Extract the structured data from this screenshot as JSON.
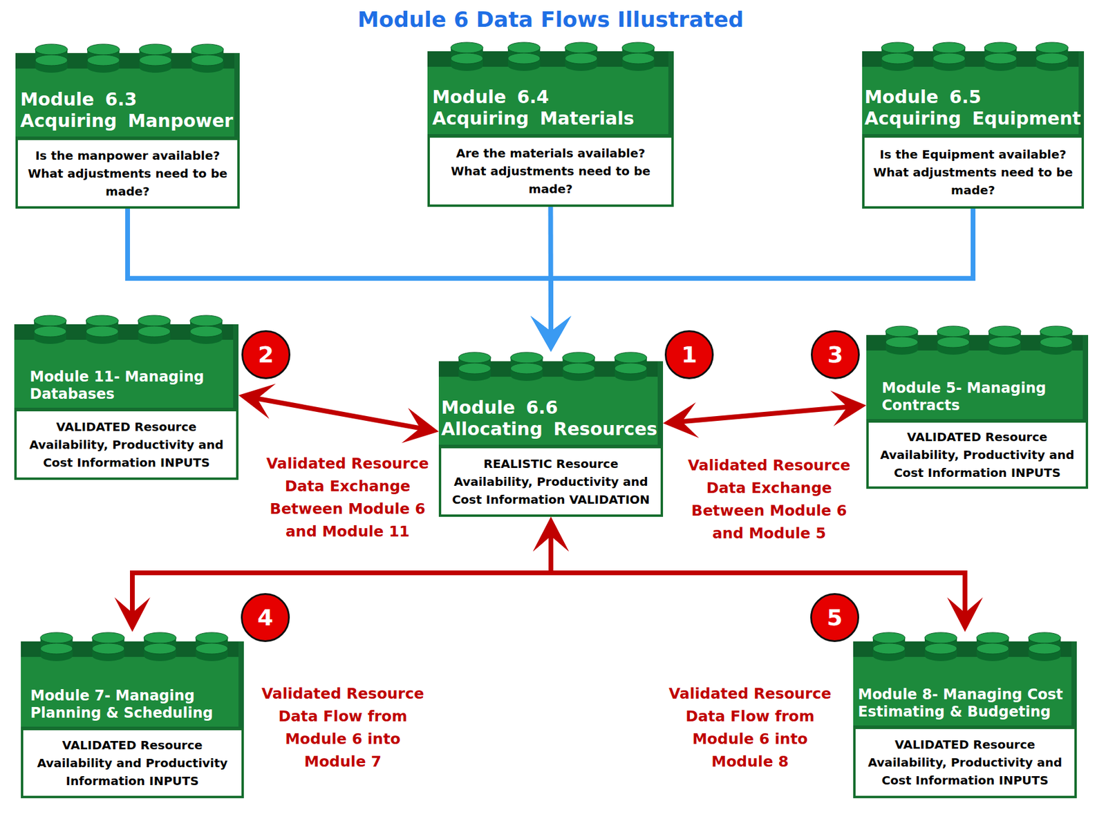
{
  "diagram": {
    "title": "Module 6 Data Flows Illustrated",
    "nodes": [
      {
        "text": [
          "Module 6.3 Acquiring Manpower",
          "Is the manpower available? What adjustments need to be made?"
        ]
      },
      {
        "text": [
          "Module 6.4 Acquiring Materials",
          "Are the materials available? What adjustments need to be made?"
        ]
      },
      {
        "text": [
          "Module 6.5 Acquiring Equipment",
          "Is the Equipment available? What adjustments need to be made?"
        ]
      },
      {
        "text": [
          "Module 11- Managing Databases",
          "VALIDATED Resource Availability, Productivity and Cost Information INPUTS"
        ]
      },
      {
        "text": [
          "Module 6.6 Allocating Resources",
          "REALISTIC Resource Availability, Productivity and Cost Information VALIDATION"
        ]
      },
      {
        "text": [
          "Module 5- Managing Contracts",
          "VALIDATED Resource Availability, Productivity and Cost Information INPUTS"
        ]
      },
      {
        "text": [
          "Module 7- Managing Planning & Scheduling",
          "VALIDATED Resource Availability and Productivity Information INPUTS"
        ]
      },
      {
        "text": [
          "Module 8- Managing Cost Estimating & Budgeting",
          "VALIDATED Resource Availability, Productivity and Cost Information INPUTS"
        ]
      }
    ],
    "edges": [
      {
        "from": 0,
        "to": 4,
        "arrow": "to"
      },
      {
        "from": 1,
        "to": 4,
        "arrow": "to"
      },
      {
        "from": 2,
        "to": 4,
        "arrow": "to"
      },
      {
        "from": 4,
        "to": 3,
        "label": "Validated Resource Data Exchange Between Module 6 and Module 11",
        "arrow": "both"
      },
      {
        "from": 4,
        "to": 5,
        "label": "Validated Resource Data Exchange Between Module 6 and Module 5",
        "arrow": "both"
      },
      {
        "from": 4,
        "to": 6,
        "label": "Validated Resource Data Flow from Module 6 into Module 7",
        "arrow": "both"
      },
      {
        "from": 4,
        "to": 7,
        "label": "Validated Resource Data Flow from Module 6 into Module 8",
        "arrow": "both"
      }
    ],
    "labels": [
      "2",
      "1",
      "3",
      "4",
      "5"
    ]
  }
}
